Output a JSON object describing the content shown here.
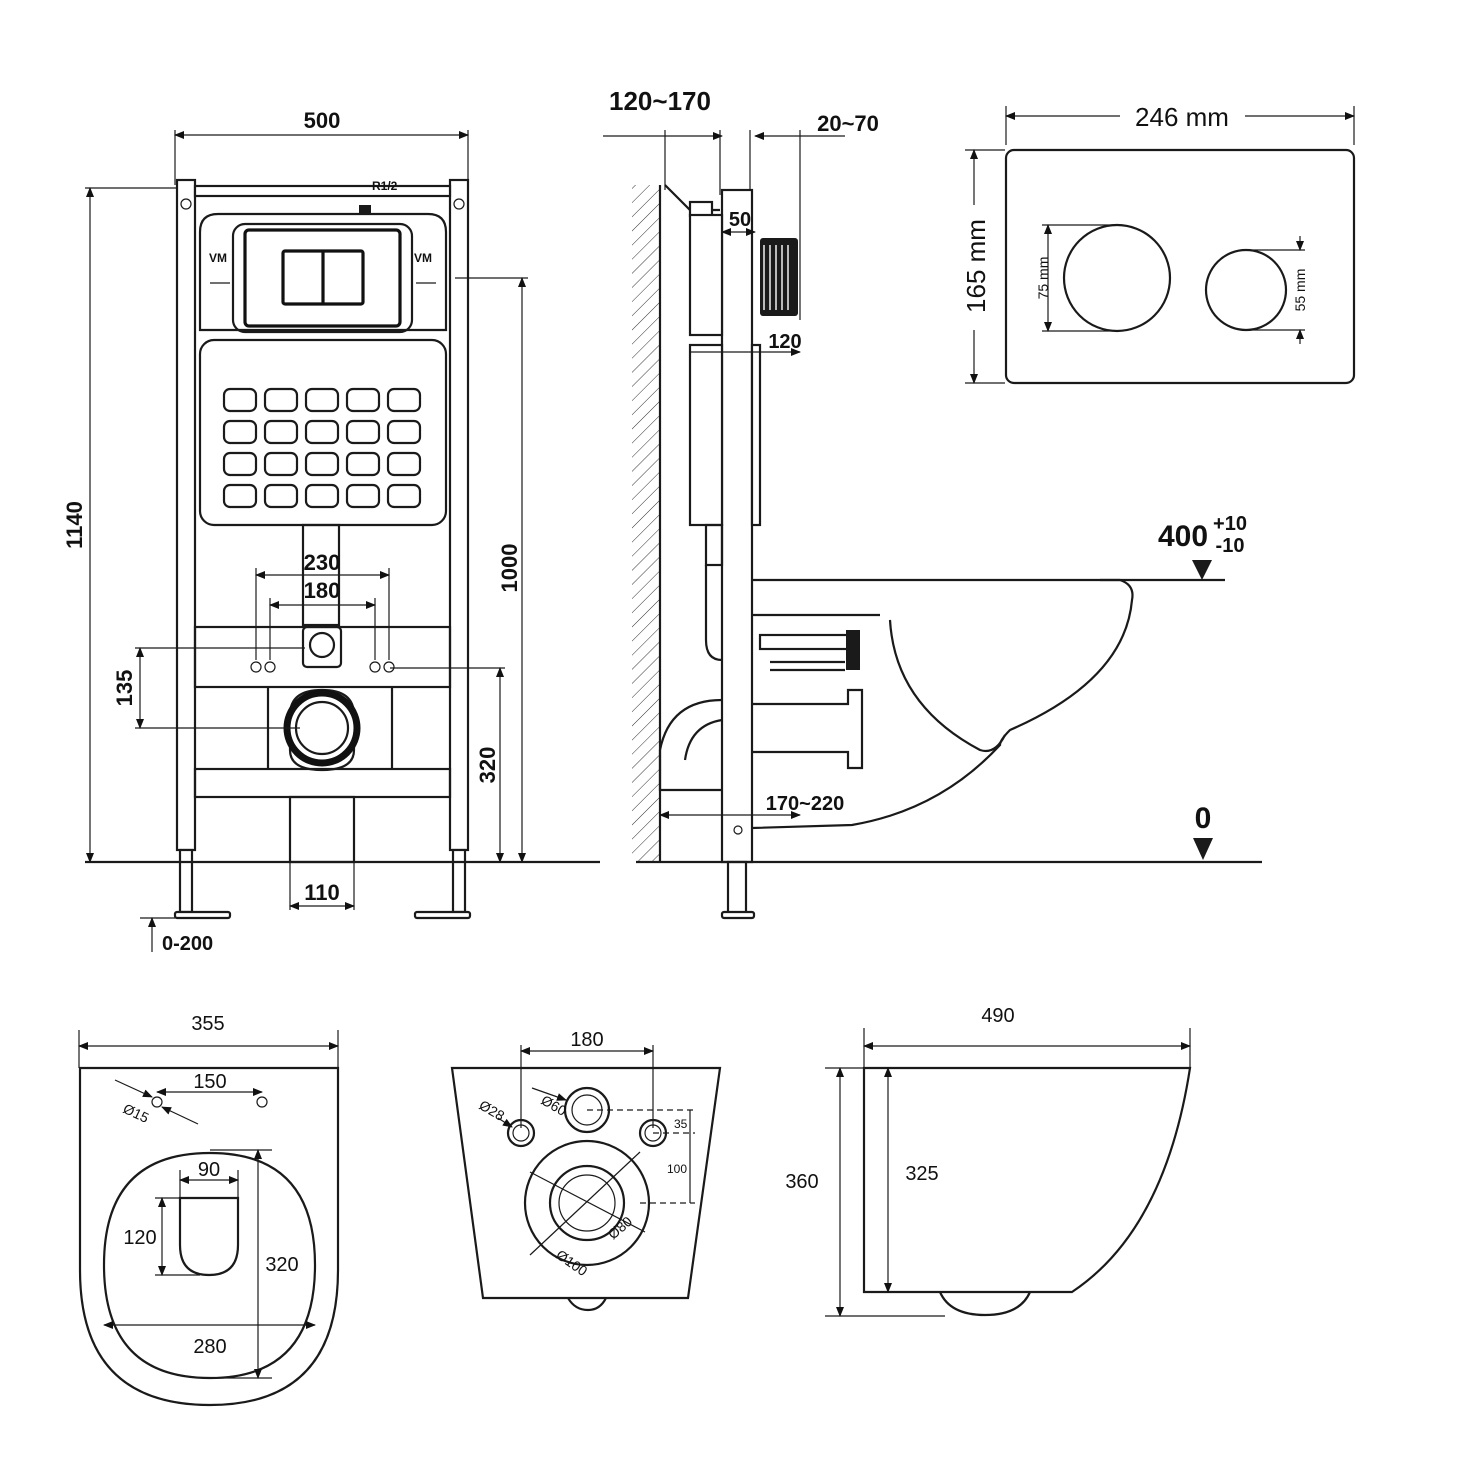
{
  "frame": {
    "width": "500",
    "height_total": "1140",
    "connection_height": "1000",
    "drain_height": "320",
    "inlet_offset": "135",
    "mount_spacing_outer": "230",
    "mount_spacing_inner": "180",
    "drain_width": "110",
    "leg_adjust": "0-200",
    "inlet_thread": "R1/2",
    "logo_left": "VM",
    "logo_right": "VM"
  },
  "side": {
    "wall_offset": "120~170",
    "panel_offset": "20~70",
    "button_depth": "50",
    "tank_depth": "120",
    "bowl_height_base": "400",
    "bowl_height_plus": "+10",
    "bowl_height_minus": "-10",
    "outlet_range": "170~220",
    "floor_level": "0"
  },
  "plate": {
    "width": "246 mm",
    "height": "165 mm",
    "big_button": "75 mm",
    "small_button": "55 mm"
  },
  "top_view": {
    "width": "355",
    "bolt_spacing": "150",
    "bolt_diameter": "Ø15",
    "opening_width": "90",
    "opening_height": "120",
    "seat_depth": "320",
    "seat_width": "280"
  },
  "back_view": {
    "bolt_spacing": "180",
    "bolt_diameter": "Ø28",
    "inlet_diameter": "Ø60",
    "outlet_outer": "Ø100",
    "outlet_inner": "Ø80",
    "offset_small": "35",
    "offset_large": "100"
  },
  "side_view": {
    "length": "490",
    "height_total": "360",
    "height_body": "325"
  }
}
